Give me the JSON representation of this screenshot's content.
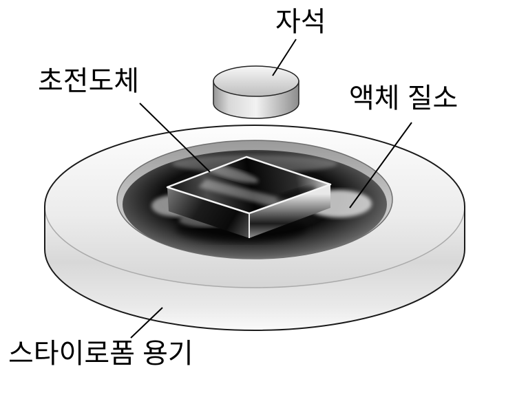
{
  "labels": {
    "magnet": "자석",
    "superconductor": "초전도체",
    "liquid_nitrogen": "액체 질소",
    "container": "스타이로폼 용기"
  },
  "colors": {
    "background": "#ffffff",
    "outline": "#000000",
    "styrofoam_light": "#f5f5f5",
    "styrofoam_shade": "#d6d6d6",
    "inner_rim": "#b0b0b0",
    "liquid_dark": "#0d0d0d",
    "liquid_highlight": "#e0e0e0",
    "cube_dark": "#050505",
    "metal_highlight": "#f2f2f2",
    "label_text": "#000000"
  }
}
